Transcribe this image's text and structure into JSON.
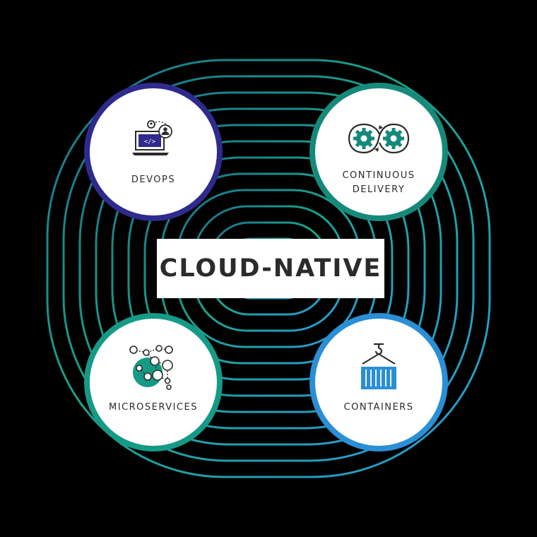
{
  "center": {
    "title": "CLOUD-NATIVE"
  },
  "nodes": [
    {
      "id": "devops",
      "label": "DEVOPS",
      "icon": "laptop-code-users-icon",
      "color": "#2e2b8c"
    },
    {
      "id": "continuous-delivery",
      "label": "CONTINUOUS DELIVERY",
      "icon": "gears-infinity-icon",
      "color": "#168a7a"
    },
    {
      "id": "microservices",
      "label": "MICROSERVICES",
      "icon": "network-nodes-icon",
      "color": "#159a86"
    },
    {
      "id": "containers",
      "label": "CONTAINERS",
      "icon": "shipping-container-crane-icon",
      "color": "#2a8fd4"
    }
  ],
  "colors": {
    "background": "#000000",
    "ring_gradient_start": "#1aa38a",
    "ring_gradient_end": "#2a8fd4"
  }
}
